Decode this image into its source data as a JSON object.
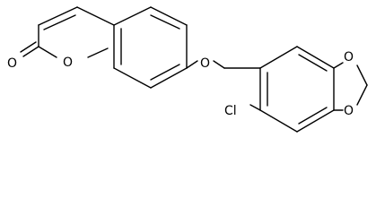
{
  "structure": {
    "atoms": {
      "carbonyl_oxygen": "O",
      "ring_oxygen": "O",
      "ether_oxygen": "O",
      "dioxole_oxygen_upper": "O",
      "dioxole_oxygen_lower": "O",
      "chlorine": "Cl"
    },
    "colors": {
      "bond": "#000000",
      "label": "#000000",
      "background": "#ffffff"
    }
  }
}
